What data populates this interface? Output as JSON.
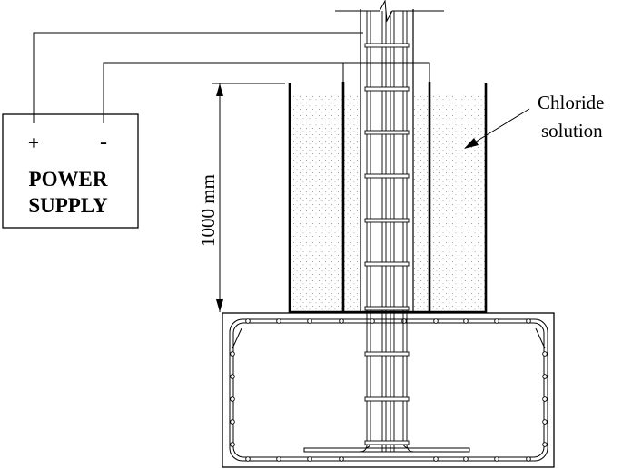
{
  "power_supply": {
    "plus": "+",
    "minus": "-",
    "line1": "POWER",
    "line2": "SUPPLY"
  },
  "dimension": {
    "label": "1000 mm"
  },
  "solution": {
    "line1": "Chloride",
    "line2": "solution"
  },
  "colors": {
    "ink": "#000000",
    "background": "#ffffff",
    "stipple": "#8a8a8a"
  }
}
